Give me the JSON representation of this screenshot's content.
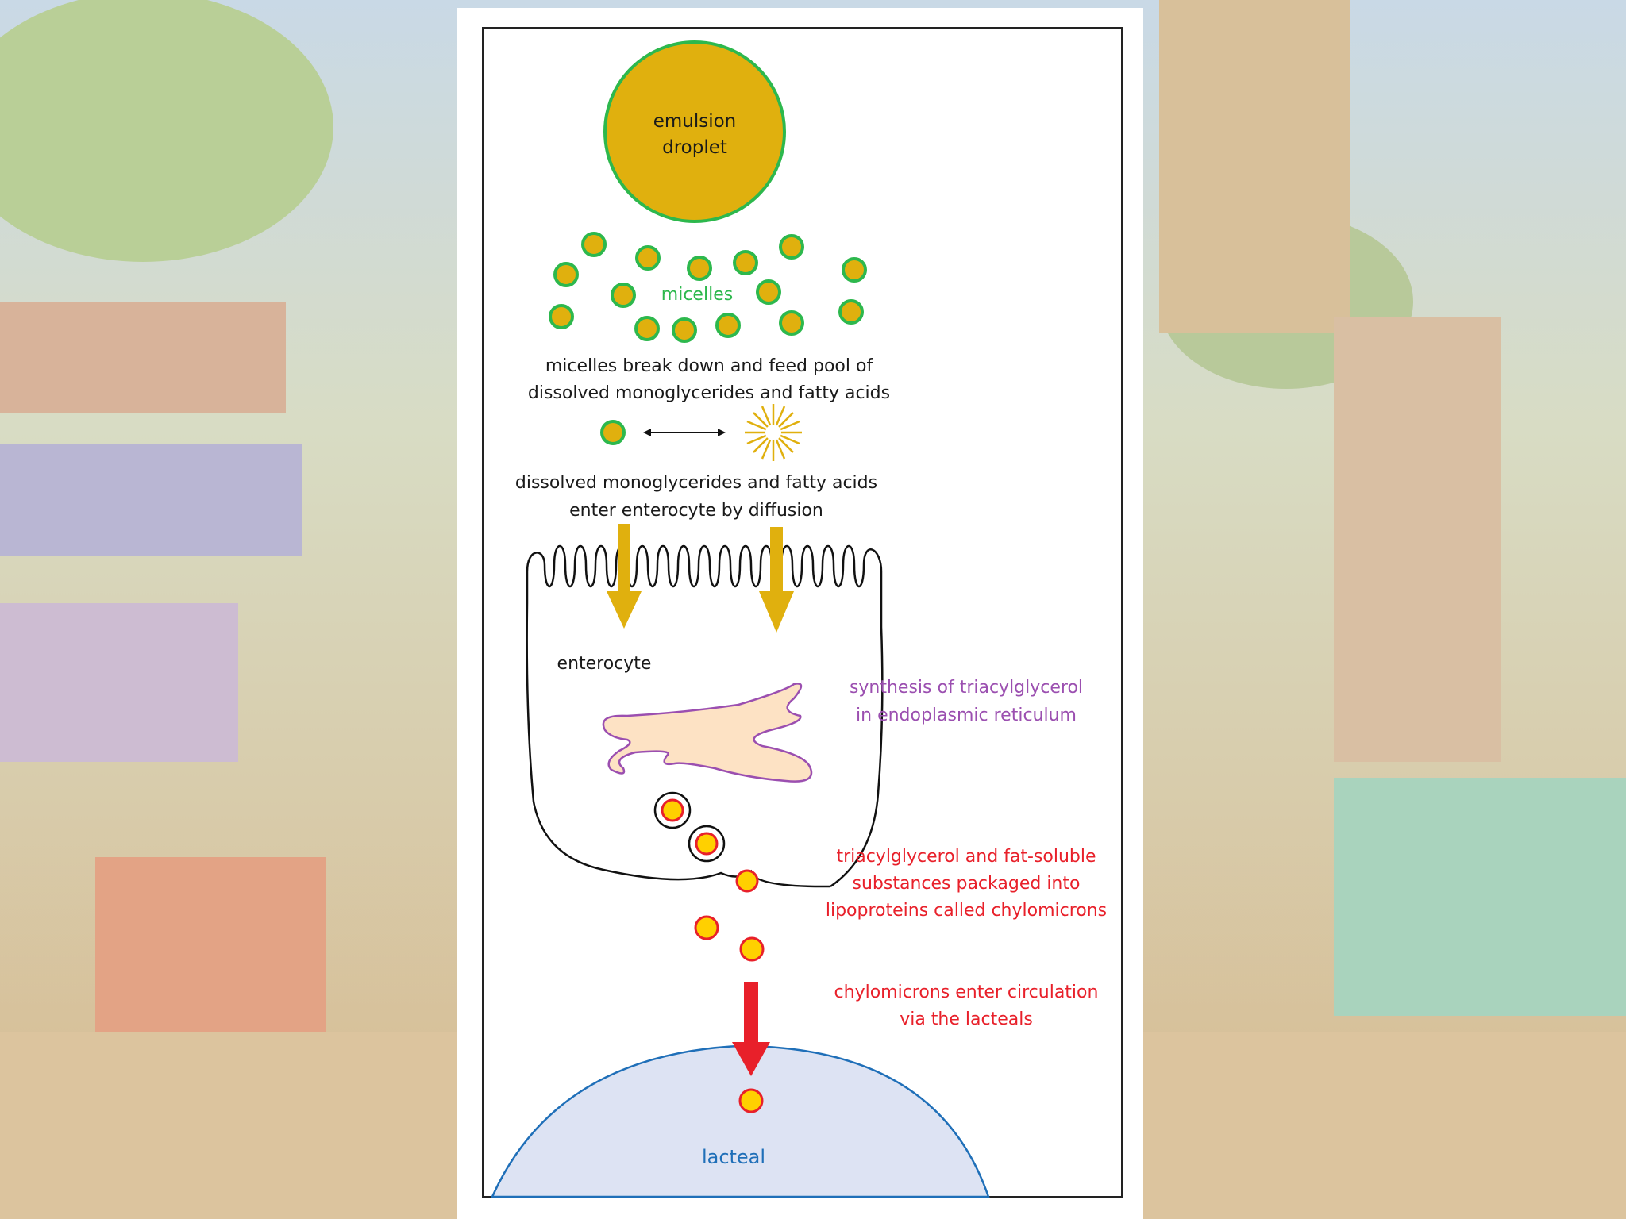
{
  "diagram": {
    "emulsion_label_line1": "emulsion",
    "emulsion_label_line2": "droplet",
    "micelles_label": "micelles",
    "breakdown_line1": "micelles break down and feed pool of",
    "breakdown_line2": "dissolved monoglycerides and fatty acids",
    "diffusion_line1": "dissolved monoglycerides and fatty acids",
    "diffusion_line2": "enter enterocyte by diffusion",
    "enterocyte_label": "enterocyte",
    "er_line1": "synthesis of triacylglycerol",
    "er_line2": "in endoplasmic reticulum",
    "package_line1": "triacylglycerol and fat-soluble",
    "package_line2": "substances packaged into",
    "package_line3": "lipoproteins called chylomicrons",
    "circulation_line1": "chylomicrons enter circulation",
    "circulation_line2": "via the lacteals",
    "lacteal_label": "lacteal"
  },
  "colors": {
    "gold": "#e0b00e",
    "green": "#2db84d",
    "purple": "#9b4fb0",
    "red": "#e8202a",
    "blue": "#1f6fb8",
    "er_fill": "#fde2c4",
    "lacteal_fill": "#dde3f3",
    "text": "#1a1a1a"
  }
}
